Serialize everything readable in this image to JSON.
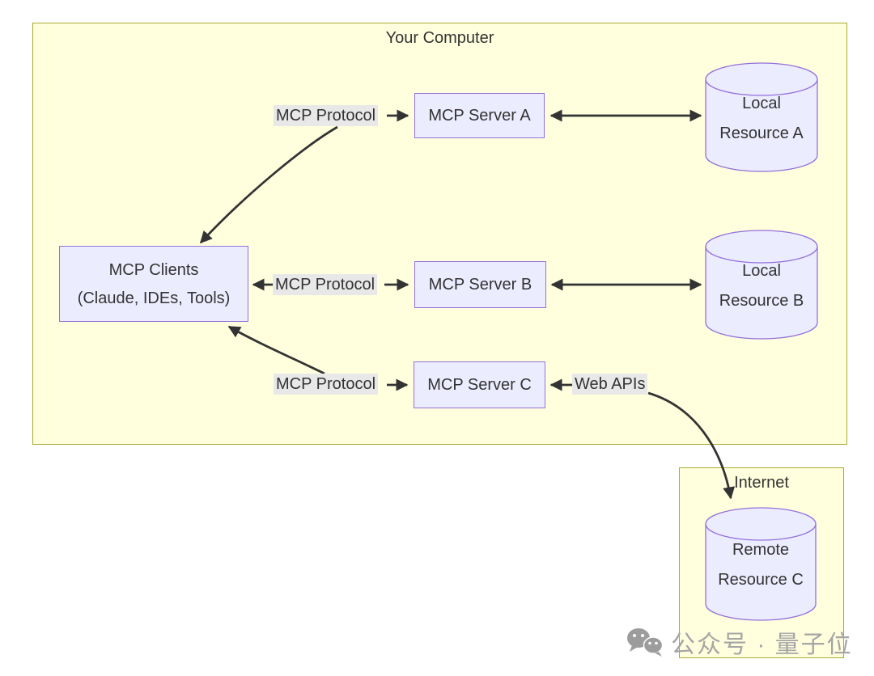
{
  "clusters": {
    "your_computer": {
      "title": "Your Computer"
    },
    "internet": {
      "title": "Internet"
    }
  },
  "nodes": {
    "mcp_clients": {
      "line1": "MCP Clients",
      "line2": "(Claude, IDEs, Tools)"
    },
    "mcp_server_a": {
      "label": "MCP Server A"
    },
    "mcp_server_b": {
      "label": "MCP Server B"
    },
    "mcp_server_c": {
      "label": "MCP Server C"
    },
    "local_resource_a": {
      "line1": "Local",
      "line2": "Resource A"
    },
    "local_resource_b": {
      "line1": "Local",
      "line2": "Resource B"
    },
    "remote_resource_c": {
      "line1": "Remote",
      "line2": "Resource C"
    }
  },
  "edge_labels": {
    "client_server_a": "MCP Protocol",
    "client_server_b": "MCP Protocol",
    "client_server_c": "MCP Protocol",
    "server_c_remote": "Web APIs"
  },
  "watermark": {
    "icon": "wechat-icon",
    "text": "公众号 · 量子位"
  },
  "colors": {
    "cluster_fill": "#ffffde",
    "cluster_border": "#aaaa33",
    "node_fill": "#ECECFF",
    "node_border": "#9370DB",
    "edge": "#333333",
    "edge_label_bg": "#e8e8e8",
    "text": "#333333",
    "watermark_gray": "#a5a5a5"
  }
}
